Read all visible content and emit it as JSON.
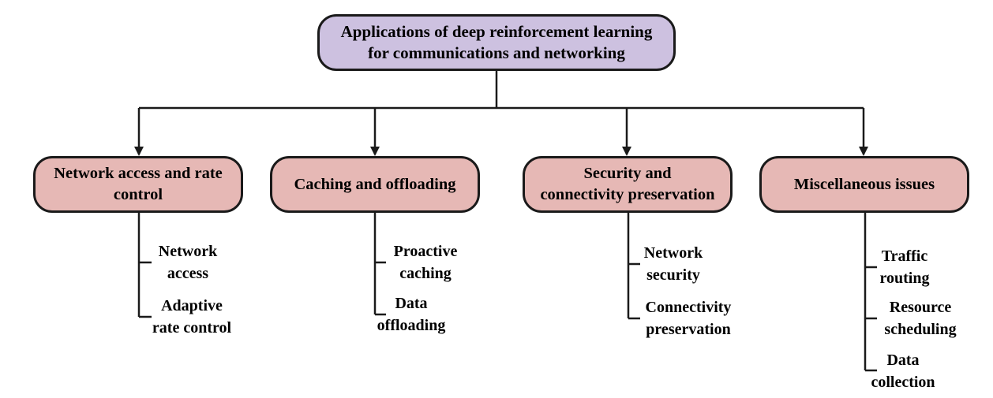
{
  "root": {
    "line1": "Applications of deep reinforcement learning",
    "line2": "for communications and networking"
  },
  "categories": [
    {
      "line1": "Network access and rate",
      "line2": "control",
      "items": [
        {
          "line1": "Network",
          "line2": "access"
        },
        {
          "line1": "Adaptive",
          "line2": "rate control"
        }
      ]
    },
    {
      "line1": "Caching and offloading",
      "line2": "",
      "items": [
        {
          "line1": "Proactive",
          "line2": "caching"
        },
        {
          "line1": "Data",
          "line2": "offloading"
        }
      ]
    },
    {
      "line1": "Security and",
      "line2": "connectivity preservation",
      "items": [
        {
          "line1": "Network",
          "line2": "security"
        },
        {
          "line1": "Connectivity",
          "line2": "preservation"
        }
      ]
    },
    {
      "line1": "Miscellaneous issues",
      "line2": "",
      "items": [
        {
          "line1": "Traffic",
          "line2": "routing"
        },
        {
          "line1": "Resource",
          "line2": "scheduling"
        },
        {
          "line1": "Data",
          "line2": "collection"
        }
      ]
    }
  ],
  "colors": {
    "root_fill": "#cdc1e0",
    "category_fill": "#e6b8b5",
    "line": "#1a1a1a"
  }
}
